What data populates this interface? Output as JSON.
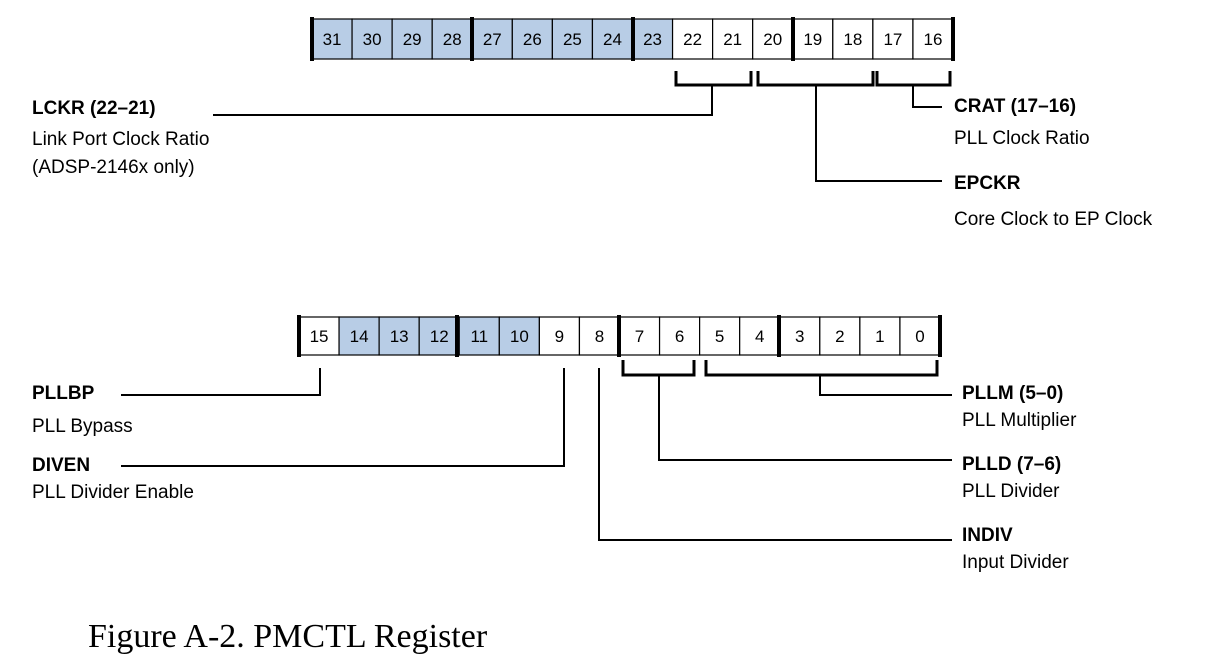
{
  "colors": {
    "reserved_fill": "#b8cde6",
    "normal_fill": "#ffffff"
  },
  "upper_register": {
    "bits": [
      {
        "label": "31",
        "reserved": true
      },
      {
        "label": "30",
        "reserved": true
      },
      {
        "label": "29",
        "reserved": true
      },
      {
        "label": "28",
        "reserved": true
      },
      {
        "label": "27",
        "reserved": true
      },
      {
        "label": "26",
        "reserved": true
      },
      {
        "label": "25",
        "reserved": true
      },
      {
        "label": "24",
        "reserved": true
      },
      {
        "label": "23",
        "reserved": true
      },
      {
        "label": "22",
        "reserved": false
      },
      {
        "label": "21",
        "reserved": false
      },
      {
        "label": "20",
        "reserved": false
      },
      {
        "label": "19",
        "reserved": false
      },
      {
        "label": "18",
        "reserved": false
      },
      {
        "label": "17",
        "reserved": false
      },
      {
        "label": "16",
        "reserved": false
      }
    ],
    "fields": {
      "lckr": {
        "name": "LCKR (22–21)",
        "desc1": "Link Port Clock Ratio",
        "desc2": "(ADSP-2146x only)"
      },
      "crat": {
        "name": "CRAT (17–16)",
        "desc1": "PLL Clock Ratio"
      },
      "epckr": {
        "name": "EPCKR",
        "desc1": "Core Clock to EP Clock"
      }
    }
  },
  "lower_register": {
    "bits": [
      {
        "label": "15",
        "reserved": false
      },
      {
        "label": "14",
        "reserved": true
      },
      {
        "label": "13",
        "reserved": true
      },
      {
        "label": "12",
        "reserved": true
      },
      {
        "label": "11",
        "reserved": true
      },
      {
        "label": "10",
        "reserved": true
      },
      {
        "label": "9",
        "reserved": false
      },
      {
        "label": "8",
        "reserved": false
      },
      {
        "label": "7",
        "reserved": false
      },
      {
        "label": "6",
        "reserved": false
      },
      {
        "label": "5",
        "reserved": false
      },
      {
        "label": "4",
        "reserved": false
      },
      {
        "label": "3",
        "reserved": false
      },
      {
        "label": "2",
        "reserved": false
      },
      {
        "label": "1",
        "reserved": false
      },
      {
        "label": "0",
        "reserved": false
      }
    ],
    "fields": {
      "pllbp": {
        "name": "PLLBP",
        "desc1": "PLL Bypass"
      },
      "diven": {
        "name": "DIVEN",
        "desc1": "PLL Divider Enable"
      },
      "pllm": {
        "name": "PLLM (5–0)",
        "desc1": "PLL Multiplier"
      },
      "plld": {
        "name": "PLLD (7–6)",
        "desc1": "PLL Divider"
      },
      "indiv": {
        "name": "INDIV",
        "desc1": "Input Divider"
      }
    }
  },
  "caption": "Figure A-2. PMCTL Register"
}
